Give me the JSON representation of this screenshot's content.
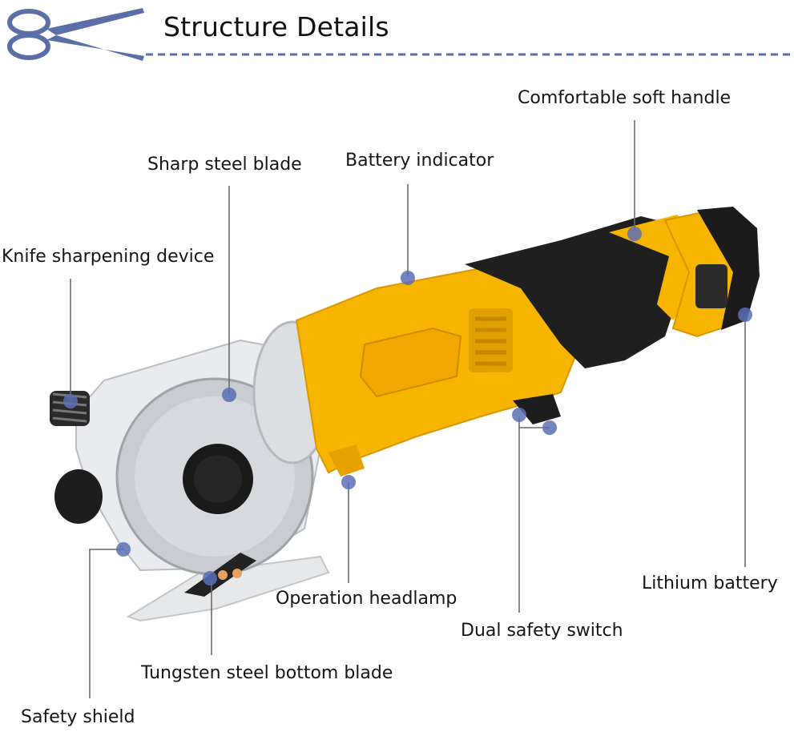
{
  "header": {
    "title": "Structure Details",
    "icon": "scissors-icon",
    "accent_color": "#5a6fa8"
  },
  "labels": {
    "comfortable_soft_handle": "Comfortable soft handle",
    "sharp_steel_blade": "Sharp steel blade",
    "battery_indicator": "Battery indicator",
    "knife_sharpening_device": "Knife sharpening device",
    "lithium_battery": "Lithium battery",
    "operation_headlamp": "Operation headlamp",
    "dual_safety_switch": "Dual safety switch",
    "tungsten_steel_bottom_blade": "Tungsten steel bottom blade",
    "safety_shield": "Safety shield"
  },
  "colors": {
    "body_yellow": "#f7b500",
    "grip_black": "#1e1e1e",
    "blade_silver": "#c8cbd0",
    "marker_blue": "#5b6fb5"
  }
}
